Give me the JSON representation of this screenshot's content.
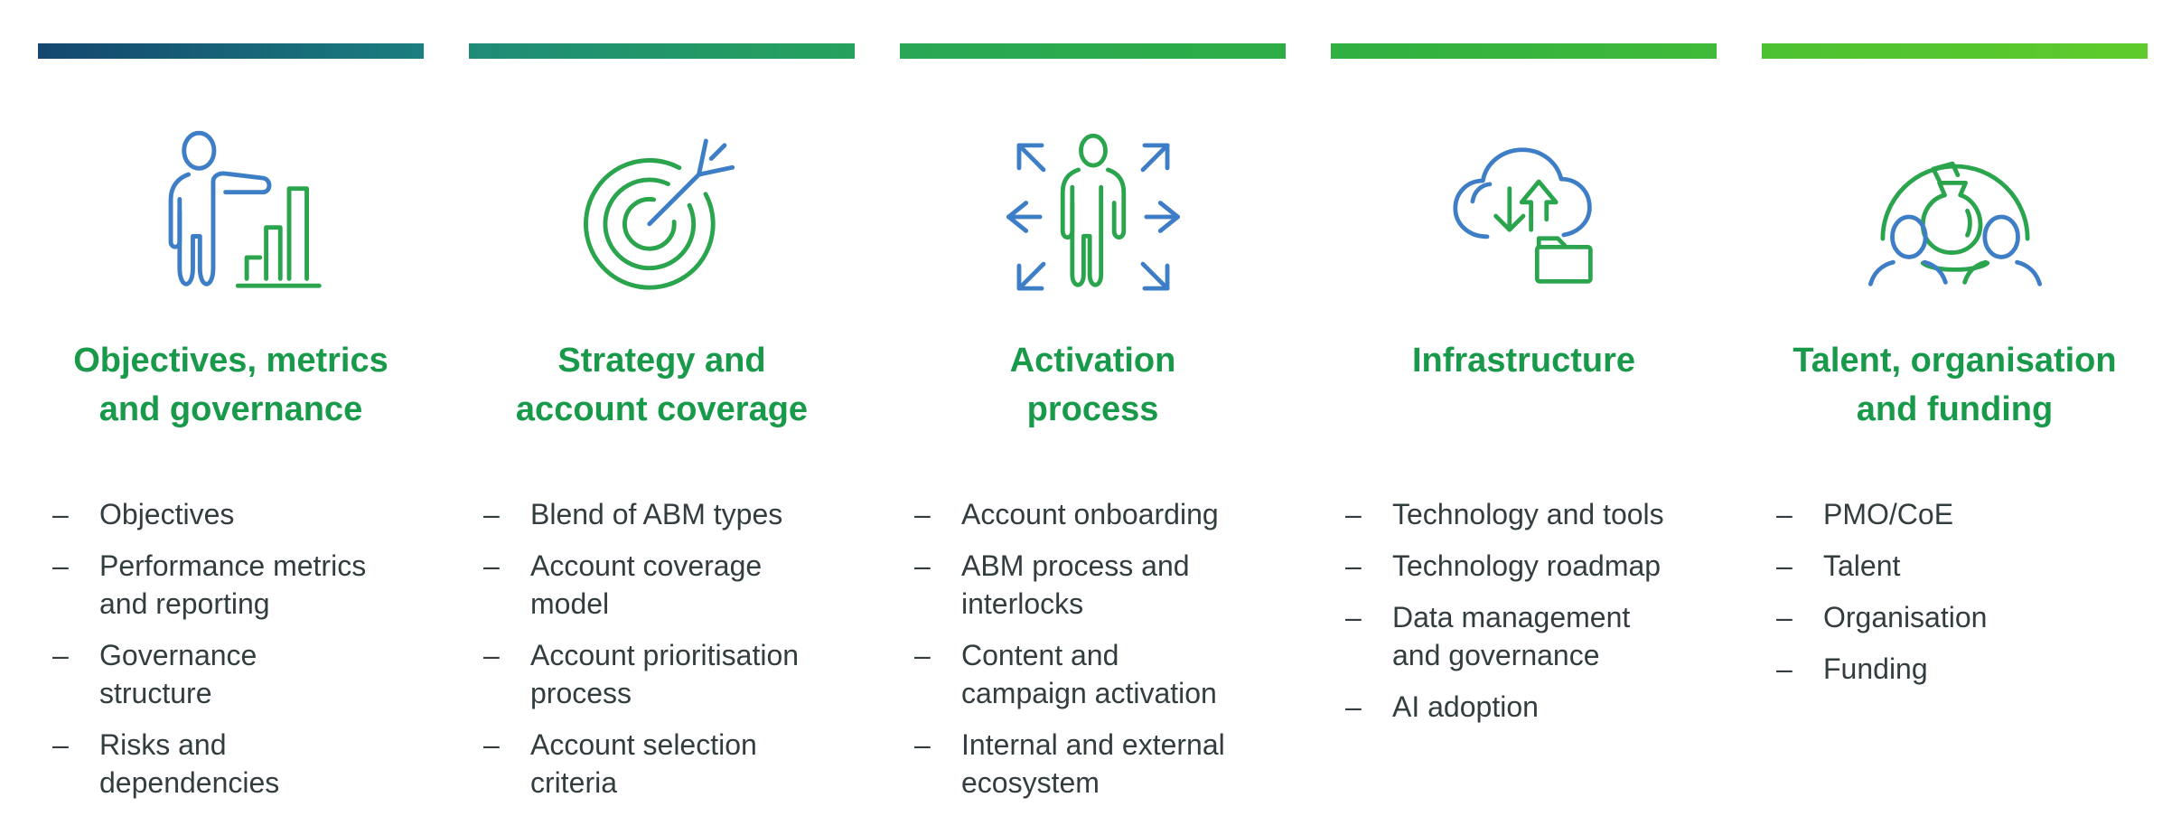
{
  "bullet": "–",
  "colors": {
    "heading_green": "#189A4A",
    "body_text": "#333D3F",
    "icon_blue": "#3D7EC6",
    "icon_green": "#2AA44D",
    "background": "#FFFFFF"
  },
  "columns": [
    {
      "id": "objectives-metrics-governance",
      "bar": {
        "from": "#14466F",
        "to": "#1A7F7F"
      },
      "icon": "presenter-bar-chart-icon",
      "title": "Objectives, metrics\nand governance",
      "items": [
        "Objectives",
        "Performance metrics\nand reporting",
        "Governance\nstructure",
        "Risks and\ndependencies"
      ]
    },
    {
      "id": "strategy-account-coverage",
      "bar": {
        "from": "#1E8B77",
        "to": "#26A25C"
      },
      "icon": "target-dart-icon",
      "title": "Strategy and\naccount coverage",
      "items": [
        "Blend of ABM types",
        "Account coverage\nmodel",
        "Account prioritisation\nprocess",
        "Account selection\ncriteria"
      ]
    },
    {
      "id": "activation-process",
      "bar": {
        "from": "#29A755",
        "to": "#2EAD46"
      },
      "icon": "person-outward-arrows-icon",
      "title": "Activation\nprocess",
      "items": [
        "Account onboarding",
        "ABM process and\ninterlocks",
        "Content and\ncampaign activation",
        "Internal and external\necosystem"
      ]
    },
    {
      "id": "infrastructure",
      "bar": {
        "from": "#30AF42",
        "to": "#40BA39"
      },
      "icon": "cloud-sync-folder-icon",
      "title": "Infrastructure",
      "items": [
        "Technology and tools",
        "Technology roadmap",
        "Data management\nand governance",
        "AI adoption"
      ]
    },
    {
      "id": "talent-organisation-funding",
      "bar": {
        "from": "#4CC132",
        "to": "#5FCB2C"
      },
      "icon": "team-money-bag-icon",
      "title": "Talent, organisation\nand funding",
      "items": [
        "PMO/CoE",
        "Talent",
        "Organisation",
        "Funding"
      ]
    }
  ]
}
